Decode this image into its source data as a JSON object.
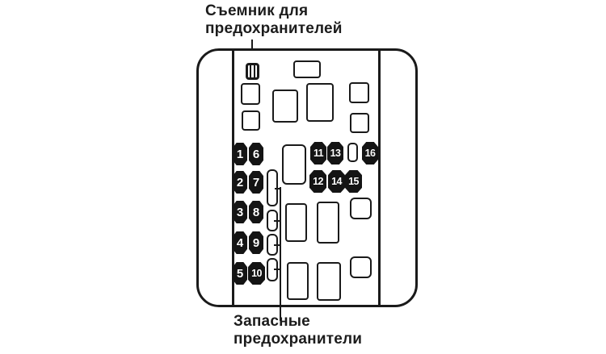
{
  "page": {
    "background": "#ffffff",
    "line_color": "#1a1a1a"
  },
  "labels": {
    "fuse_puller": {
      "line1": "Съемник для",
      "line2": "предохранителей"
    },
    "spare_fuses": {
      "line1": "Запасные",
      "line2": "предохранители"
    }
  },
  "fusebox": {
    "fuse_numbers": [
      "1",
      "2",
      "3",
      "4",
      "5",
      "6",
      "7",
      "8",
      "9",
      "10",
      "11",
      "12",
      "13",
      "14",
      "15",
      "16"
    ],
    "fuse_fill_color": "#141414",
    "fuse_number_color": "#ffffff",
    "spare_fuse_slot_count": 4,
    "icons": {
      "fuse_puller": "striped-vertical-rectangle"
    }
  }
}
